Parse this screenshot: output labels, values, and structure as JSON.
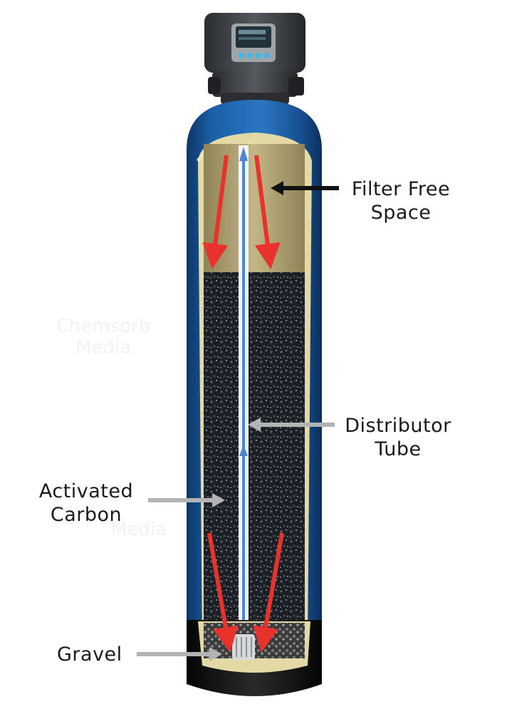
{
  "labels": {
    "filter_free_space_line1": "Filter Free",
    "filter_free_space_line2": "Space",
    "distributor_tube_line1": "Distributor",
    "distributor_tube_line2": "Tube",
    "activated_carbon_line1": "Activated",
    "activated_carbon_line2": "Carbon",
    "gravel": "Gravel"
  },
  "faded_text": {
    "chemsorb_line1": "Chemsorb",
    "chemsorb_line2": "Media",
    "media": "Media"
  },
  "colors": {
    "tank_blue": "#1a5fa6",
    "tank_blue_dark": "#0f3f78",
    "free_space_tan": "#b8ab7c",
    "carbon_black": "#1d2024",
    "flow_arrow_red": "#e8322b",
    "tube_white": "#f4f6f8",
    "flow_blue": "#4f83d4",
    "base_black": "#111111",
    "valve_dark": "#3b3e42",
    "pointer_black": "#111111",
    "pointer_gray": "#b3b3b3"
  }
}
